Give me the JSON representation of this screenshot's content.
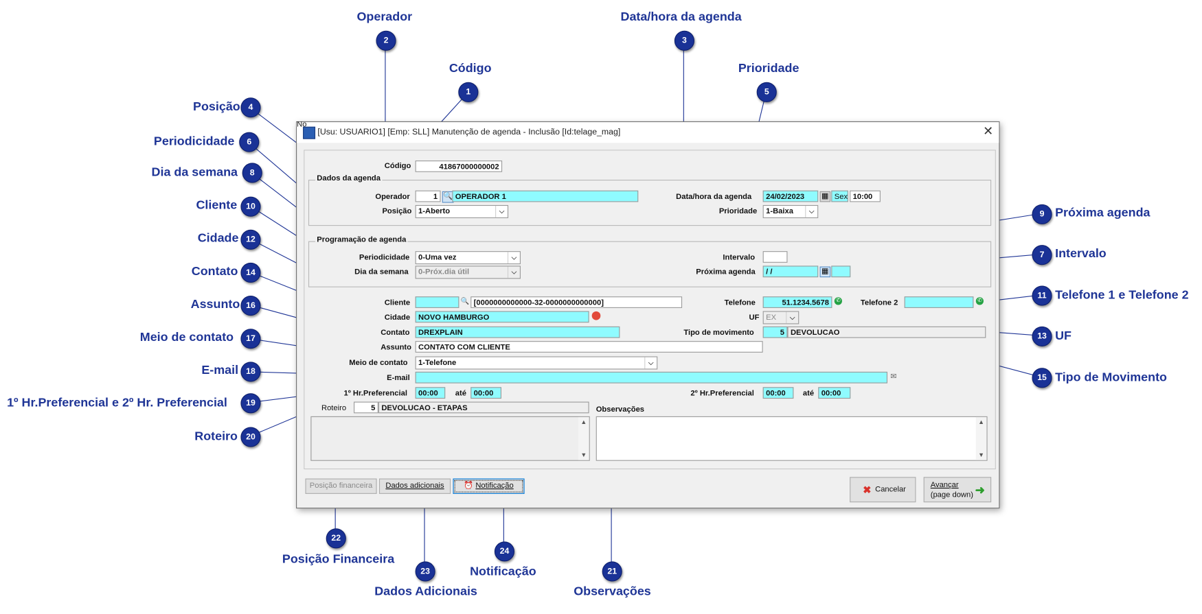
{
  "annotations": [
    {
      "num": "1",
      "label": "Código"
    },
    {
      "num": "2",
      "label": "Operador"
    },
    {
      "num": "3",
      "label": "Data/hora da agenda"
    },
    {
      "num": "4",
      "label": "Posição"
    },
    {
      "num": "5",
      "label": "Prioridade"
    },
    {
      "num": "6",
      "label": "Periodicidade"
    },
    {
      "num": "7",
      "label": "Intervalo"
    },
    {
      "num": "8",
      "label": "Dia da semana"
    },
    {
      "num": "9",
      "label": "Próxima agenda"
    },
    {
      "num": "10",
      "label": "Cliente"
    },
    {
      "num": "11",
      "label": "Telefone 1 e Telefone 2"
    },
    {
      "num": "12",
      "label": "Cidade"
    },
    {
      "num": "13",
      "label": "UF"
    },
    {
      "num": "14",
      "label": "Contato"
    },
    {
      "num": "15",
      "label": "Tipo de Movimento"
    },
    {
      "num": "16",
      "label": "Assunto"
    },
    {
      "num": "17",
      "label": "Meio de contato"
    },
    {
      "num": "18",
      "label": "E-mail"
    },
    {
      "num": "19",
      "label": "1º Hr.Preferencial e 2º Hr. Preferencial"
    },
    {
      "num": "20",
      "label": "Roteiro"
    },
    {
      "num": "21",
      "label": "Observações"
    },
    {
      "num": "22",
      "label": "Posição Financeira"
    },
    {
      "num": "23",
      "label": "Dados Adicionais"
    },
    {
      "num": "24",
      "label": "Notificação"
    }
  ],
  "window": {
    "title": "[Usu: USUARIO1] [Emp: SLL] Manutenção de agenda - Inclusão [Id:telage_mag]",
    "mini_label": "No"
  },
  "form": {
    "codigo": {
      "label": "Código",
      "value": "41867000000002"
    },
    "dados_agenda": {
      "title": "Dados da agenda",
      "operador_label": "Operador",
      "operador_code": "1",
      "operador_name": "OPERADOR 1",
      "posicao_label": "Posição",
      "posicao_value": "1-Aberto",
      "datahora_label": "Data/hora da agenda",
      "date": "24/02/2023",
      "weekday": "Sex",
      "time": "10:00",
      "prioridade_label": "Prioridade",
      "prioridade_value": "1-Baixa"
    },
    "programacao": {
      "title": "Programação de agenda",
      "periodicidade_label": "Periodicidade",
      "periodicidade_value": "0-Uma vez",
      "dia_semana_label": "Dia da semana",
      "dia_semana_value": "0-Próx.dia útil",
      "intervalo_label": "Intervalo",
      "intervalo_value": "",
      "proxima_label": "Próxima agenda",
      "proxima_value": " /  /"
    },
    "cliente_label": "Cliente",
    "cliente_code": "",
    "cliente_name": "[0000000000000-32-0000000000000]",
    "telefone_label": "Telefone",
    "telefone_value": "51.1234.5678",
    "telefone2_label": "Telefone 2",
    "telefone2_value": "",
    "cidade_label": "Cidade",
    "cidade_value": "NOVO HAMBURGO",
    "uf_label": "UF",
    "uf_value": "EX",
    "contato_label": "Contato",
    "contato_value": "DREXPLAIN",
    "tipo_mov_label": "Tipo de movimento",
    "tipo_mov_code": "5",
    "tipo_mov_name": "DEVOLUCAO",
    "assunto_label": "Assunto",
    "assunto_value": "CONTATO COM CLIENTE",
    "meio_label": "Meio de contato",
    "meio_value": "1-Telefone",
    "email_label": "E-mail",
    "email_value": "",
    "hr1_label": "1º Hr.Preferencial",
    "hr1_from": "00:00",
    "ate1": "até",
    "hr1_to": "00:00",
    "hr2_label": "2º Hr.Preferencial",
    "hr2_from": "00:00",
    "ate2": "até",
    "hr2_to": "00:00",
    "roteiro_label": "Roteiro",
    "roteiro_code": "5",
    "roteiro_name": "DEVOLUCAO - ETAPAS",
    "obs_label": "Observações"
  },
  "buttons": {
    "posicao_financeira": "Posição financeira",
    "dados_adicionais": "Dados adicionais",
    "notificacao": "Notificação",
    "cancelar": "Cancelar",
    "avancar_line1": "Avançar",
    "avancar_line2": "(page down)"
  },
  "colors": {
    "badge": "#1a3296",
    "label": "#1f3596",
    "field_highlight": "#8ffbff",
    "leader": "#1f3596"
  }
}
